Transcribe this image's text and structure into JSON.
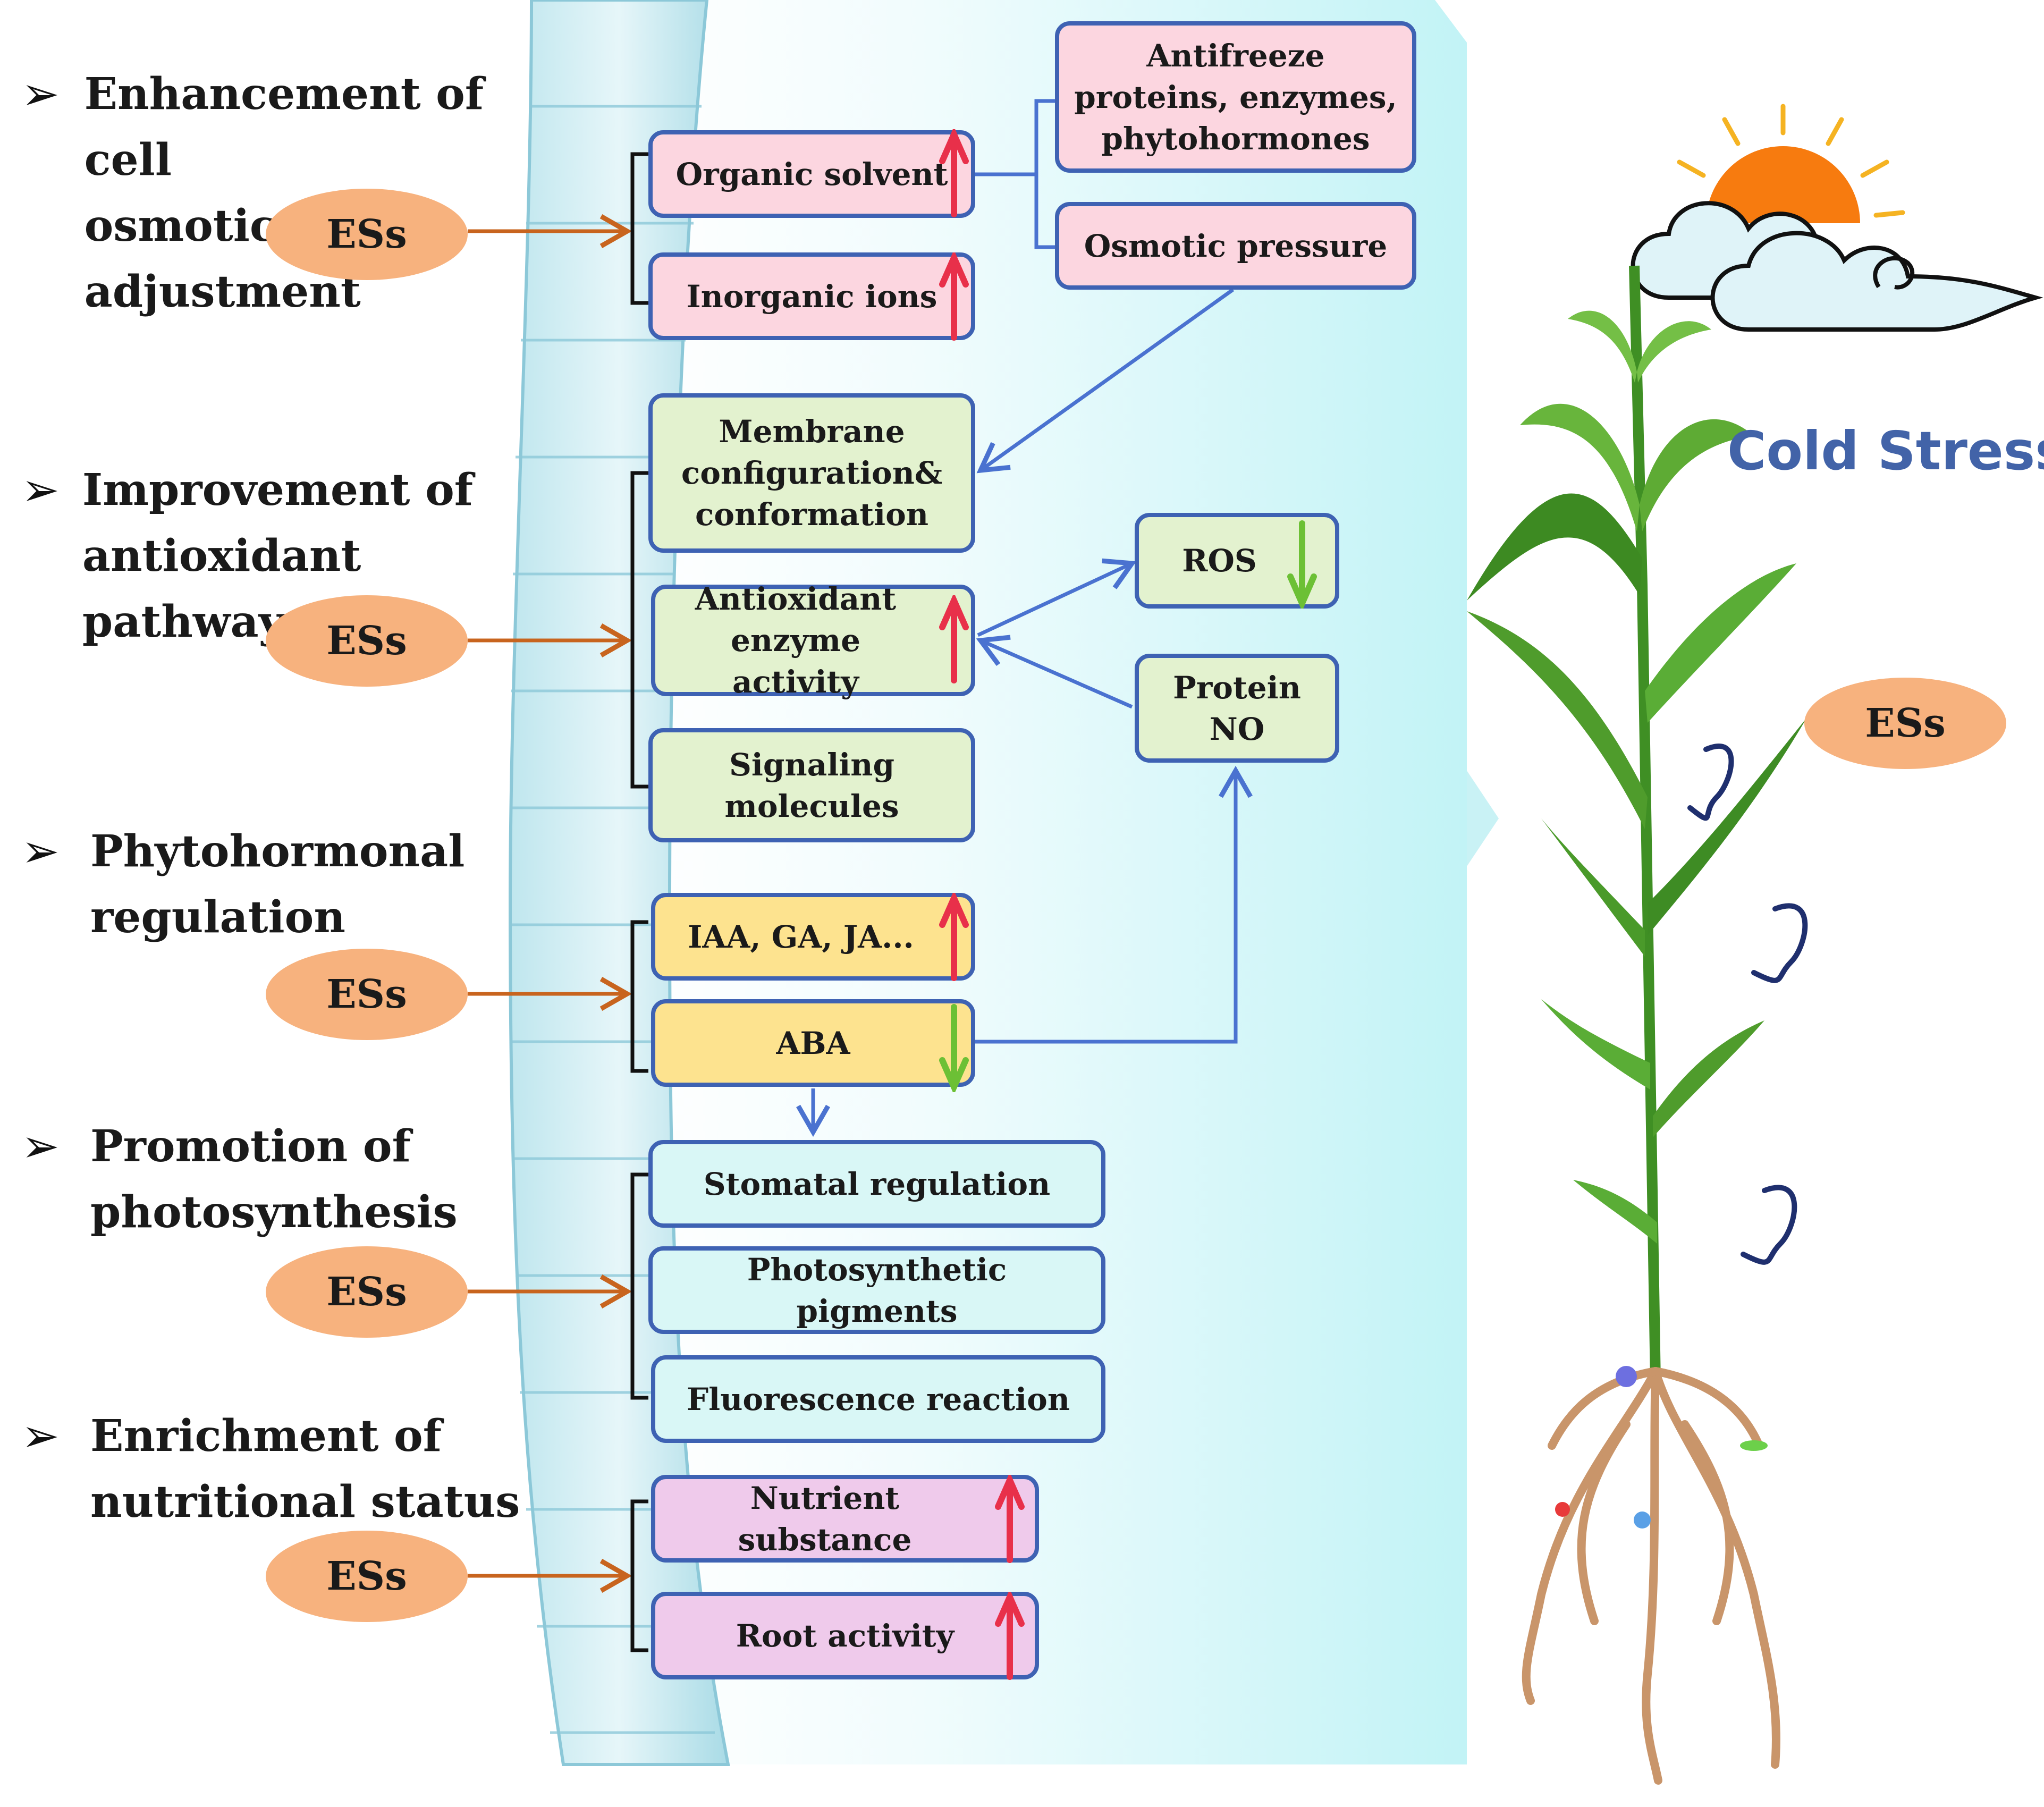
{
  "headings": [
    "Enhancement of cell osmotic adjustment",
    "Improvement of antioxidant pathways",
    "Phytohormonal regulation",
    "Promotion of photosynthesis",
    "Enrichment of nutritional status"
  ],
  "heading_lines": [
    [
      "Enhancement of cell",
      "osmotic adjustment"
    ],
    [
      "Improvement of",
      "antioxidant pathways"
    ],
    [
      "Phytohormonal",
      "regulation"
    ],
    [
      "Promotion of",
      "photosynthesis"
    ],
    [
      "Enrichment of",
      "nutritional status"
    ]
  ],
  "ess_label": "ESs",
  "boxes": {
    "organic_solvent": {
      "label": "Organic solvent",
      "trend": "up"
    },
    "inorganic_ions": {
      "label": "Inorganic ions",
      "trend": "up"
    },
    "antifreeze": {
      "lines": [
        "Antifreeze",
        "proteins, enzymes,",
        "phytohormones"
      ]
    },
    "osmotic_pressure": {
      "label": "Osmotic pressure"
    },
    "membrane": {
      "lines": [
        "Membrane",
        "configuration&",
        "conformation"
      ]
    },
    "antioxidant_enzyme": {
      "lines": [
        "Antioxidant",
        "enzyme activity"
      ],
      "trend": "up"
    },
    "signaling": {
      "lines": [
        "Signaling",
        "molecules"
      ]
    },
    "ros": {
      "label": "ROS",
      "trend": "down"
    },
    "protein_no": {
      "lines": [
        "Protein",
        "NO"
      ]
    },
    "iaa_ga_ja": {
      "label": "IAA,  GA, JA...",
      "trend": "up"
    },
    "aba": {
      "label": "ABA",
      "trend": "down"
    },
    "stomatal": {
      "label": "Stomatal regulation"
    },
    "pigments": {
      "label": "Photosynthetic pigments"
    },
    "fluorescence": {
      "label": "Fluorescence reaction"
    },
    "nutrient": {
      "label": "Nutrient substance",
      "trend": "up"
    },
    "root_activity": {
      "label": "Root activity",
      "trend": "up"
    }
  },
  "cold_stress_label": "Cold Stress",
  "colors": {
    "ess_fill": "#f7b27e",
    "ess_arrow": "#c8641e",
    "box_border": "#3e62b3",
    "connector": "#4a72d0",
    "up_arrow": "#e8304a",
    "down_arrow": "#6cc035",
    "title": "#4263a8",
    "pink": "#fcd6e0",
    "green": "#e3f2cf",
    "yellow": "#fde38f",
    "cyan": "#d9f7f6",
    "magenta": "#efcaeb"
  }
}
